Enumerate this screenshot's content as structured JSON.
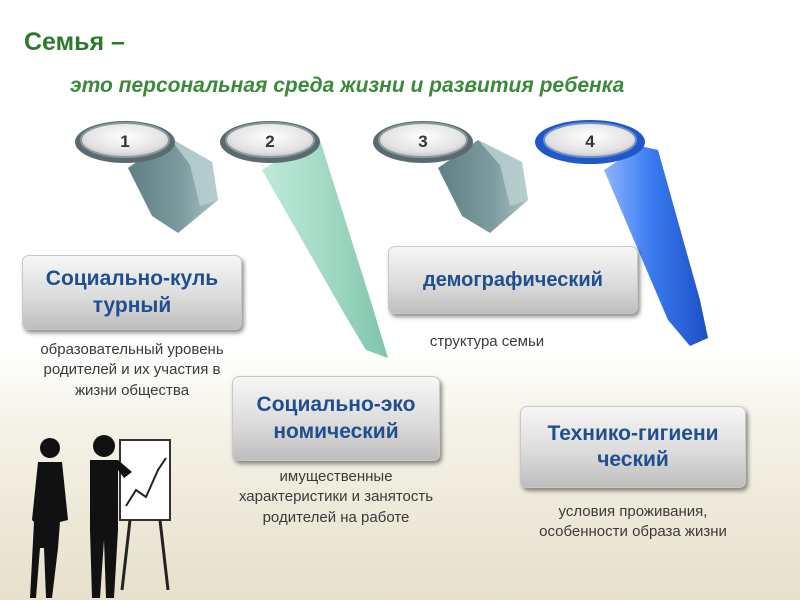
{
  "header": {
    "title": "Семья –",
    "subtitle": "это персональная среда жизни и развития ребенка"
  },
  "numbers": [
    "1",
    "2",
    "3",
    "4"
  ],
  "colors": {
    "title_green": "#2d7a2d",
    "box_text_blue": "#1f4f8f",
    "arrow1_slate": "#6e8e92",
    "arrow2_mint": "#a8ddc8",
    "arrow3_slate": "#6e8e92",
    "arrow4_blue": "#2e6fe8"
  },
  "categories": [
    {
      "title": "Социально-культурный",
      "description": "образовательный уровень родителей и их участия в жизни общества"
    },
    {
      "title": "Социально-экономический",
      "description": "имущественные характеристики и занятость родителей на работе"
    },
    {
      "title": "демографический",
      "description": "структура семьи"
    },
    {
      "title": "Технико-гигиенический",
      "description": "условия проживания, особенности образа жизни"
    }
  ],
  "illustration": {
    "icon": "business-people-presentation-icon"
  }
}
